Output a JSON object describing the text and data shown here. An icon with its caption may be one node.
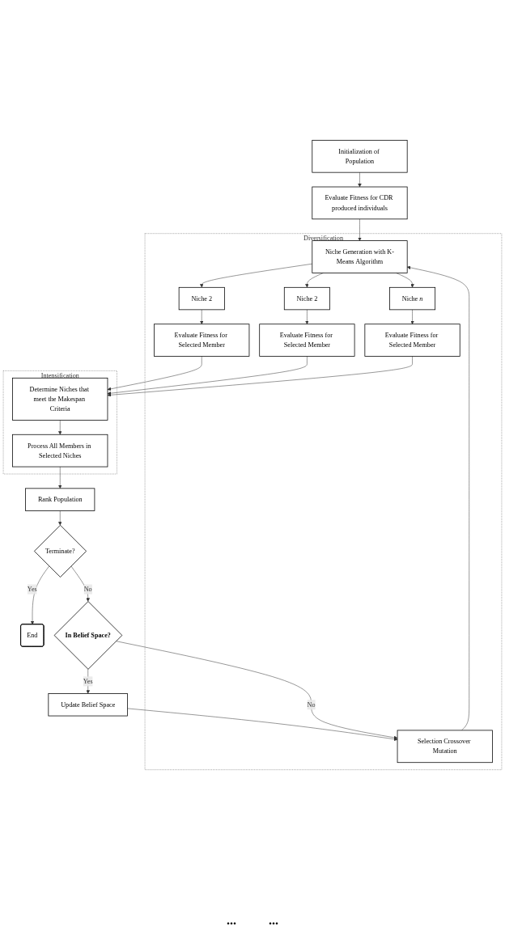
{
  "diagram": {
    "nodes": [
      {
        "text": [
          "Initialization of Population"
        ]
      },
      {
        "text": [
          "Evaluate Fitness for CDR produced individuals"
        ]
      },
      {
        "text": [
          "Diversification"
        ]
      },
      {
        "text": [
          "Niche Generation with K-Means Algorithm"
        ],
        "in": 2
      },
      {
        "text": [
          "Niche 2"
        ],
        "in": 2
      },
      {
        "text": [
          "Niche 2"
        ],
        "in": 2
      },
      {
        "text": [
          "Niche *n*"
        ],
        "in": 2
      },
      {
        "text": [
          "Evaluate Fitness for Selected Member"
        ],
        "in": 2
      },
      {
        "text": [
          "Evaluate Fitness for Selected Member"
        ],
        "in": 2
      },
      {
        "text": [
          "Evaluate Fitness for Selected Member"
        ],
        "in": 2
      },
      {
        "text": [
          "Selection Crossover Mutation"
        ],
        "in": 2
      },
      {
        "text": [
          "Intensification"
        ]
      },
      {
        "text": [
          "Determine Niches that meet the Makespan Criteria"
        ],
        "in": 11
      },
      {
        "text": [
          "Process All Members in Selected Niches"
        ],
        "in": 11
      },
      {
        "text": [
          "Rank Population"
        ]
      },
      {
        "text": [
          "Terminate?"
        ]
      },
      {
        "text": [
          "End"
        ]
      },
      {
        "text": [
          "**In Belief Space?**"
        ]
      },
      {
        "text": [
          "Update Belief Space"
        ]
      }
    ],
    "edges": [
      {
        "from": 0,
        "to": 1,
        "arrow": "to"
      },
      {
        "from": 1,
        "to": 3,
        "arrow": "to"
      },
      {
        "from": 3,
        "to": 4,
        "arrow": "to"
      },
      {
        "from": 3,
        "to": 5,
        "arrow": "to"
      },
      {
        "from": 3,
        "to": 6,
        "arrow": "to"
      },
      {
        "from": 4,
        "to": 7,
        "arrow": "to"
      },
      {
        "from": 5,
        "to": 8,
        "arrow": "to"
      },
      {
        "from": 6,
        "to": 9,
        "arrow": "to"
      },
      {
        "from": 7,
        "to": 12,
        "arrow": "to"
      },
      {
        "from": 8,
        "to": 12,
        "arrow": "to"
      },
      {
        "from": 9,
        "to": 12,
        "arrow": "to"
      },
      {
        "from": 12,
        "to": 13,
        "arrow": "to"
      },
      {
        "from": 13,
        "to": 14,
        "arrow": "to"
      },
      {
        "from": 14,
        "to": 15,
        "arrow": "to"
      },
      {
        "from": 15,
        "to": 16,
        "arrow": "to",
        "label": "Yes"
      },
      {
        "from": 15,
        "to": 17,
        "arrow": "to",
        "label": "No"
      },
      {
        "from": 17,
        "to": 18,
        "arrow": "to",
        "label": "Yes"
      },
      {
        "from": 17,
        "to": 10,
        "arrow": "to",
        "label": "No"
      },
      {
        "from": 18,
        "to": 10,
        "arrow": "to"
      },
      {
        "from": 10,
        "to": 3,
        "arrow": "to"
      }
    ],
    "labels": [
      "...",
      "..."
    ]
  }
}
